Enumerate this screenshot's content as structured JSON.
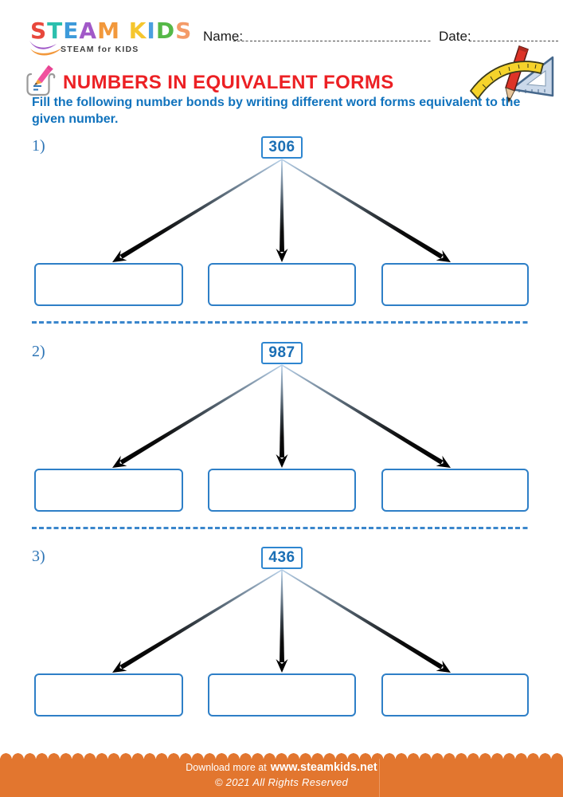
{
  "logo": {
    "letters": [
      {
        "ch": "S",
        "color": "#E8483C"
      },
      {
        "ch": "T",
        "color": "#2BBFAD"
      },
      {
        "ch": "E",
        "color": "#3D9ADA"
      },
      {
        "ch": "A",
        "color": "#A159C8"
      },
      {
        "ch": "M",
        "color": "#F2983B"
      },
      {
        "ch": " ",
        "color": "#000000"
      },
      {
        "ch": "K",
        "color": "#F5C62E"
      },
      {
        "ch": "I",
        "color": "#4B9FE0"
      },
      {
        "ch": "D",
        "color": "#55B847"
      },
      {
        "ch": "S",
        "color": "#F49B68"
      }
    ],
    "tagline": "STEAM for KIDS"
  },
  "header": {
    "name_label": "Name:",
    "date_label": "Date:"
  },
  "title": "NUMBERS IN EQUIVALENT FORMS",
  "instruction": "Fill the following number bonds by writing different word forms equivalent to the given number.",
  "sections": [
    {
      "label": "1)",
      "number": "306"
    },
    {
      "label": "2)",
      "number": "987"
    },
    {
      "label": "3)",
      "number": "436"
    }
  ],
  "footer": {
    "download_prefix": "Download more at",
    "url": "www.steamkids.net",
    "copyright": "© 2021 All Rights Reserved"
  },
  "colors": {
    "title_red": "#EC2024",
    "text_blue": "#1173BD",
    "box_border_blue": "#2E7FC7",
    "number_blue": "#1B6FB5",
    "separator_blue": "#3A86CC",
    "footer_orange": "#E2762F"
  }
}
